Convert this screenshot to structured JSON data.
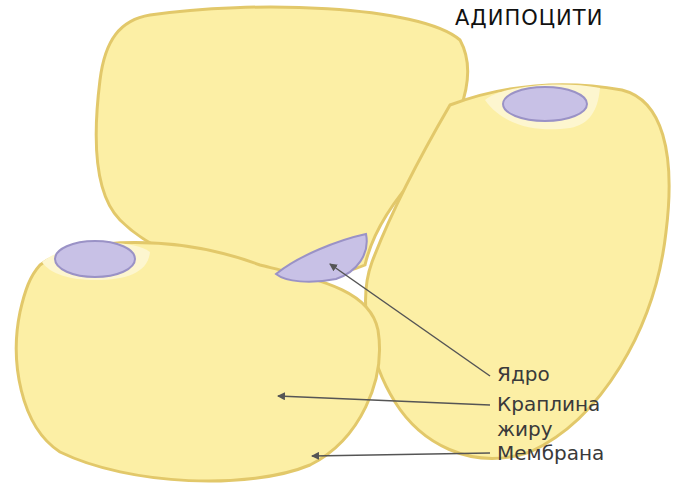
{
  "diagram": {
    "title": "АДИПОЦИТИ",
    "labels": [
      "Ядро",
      "Краплина жиру",
      "Мембрана"
    ]
  }
}
